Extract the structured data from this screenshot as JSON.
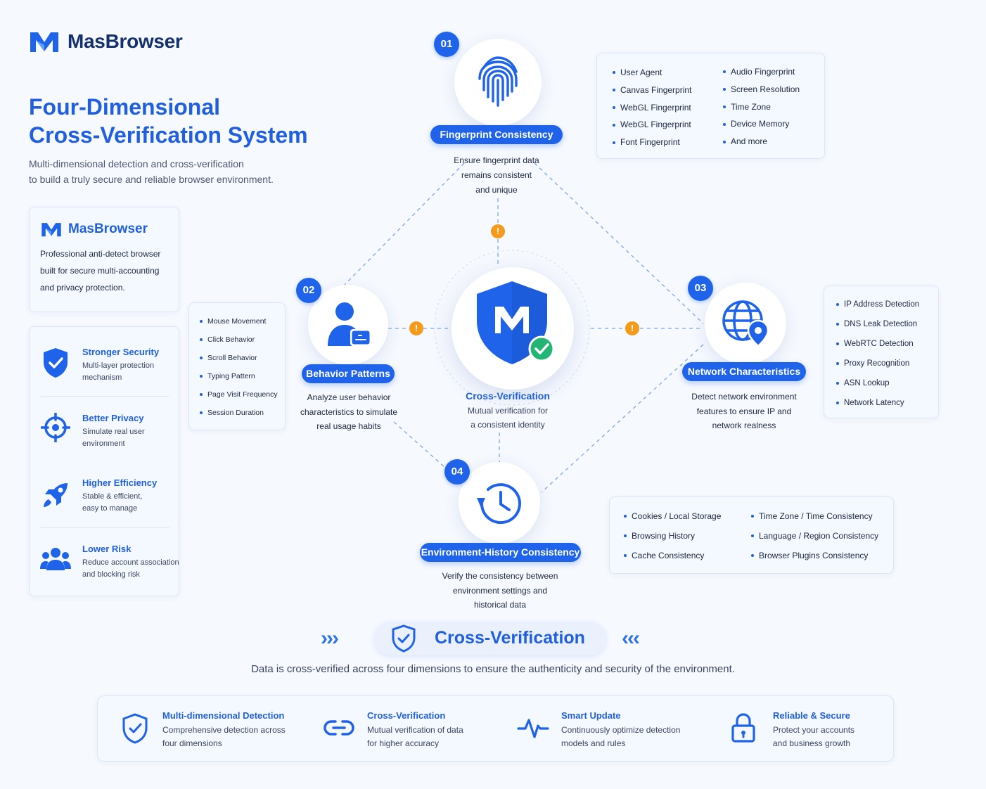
{
  "brand": {
    "name": "MasBrowser"
  },
  "headline": {
    "line1": "Four-Dimensional",
    "line2": "Cross-Verification System",
    "sub1": "Multi-dimensional detection and cross-verification",
    "sub2": "to build a truly secure and reliable browser environment."
  },
  "brand_card": {
    "name": "MasBrowser",
    "line1": "Professional anti-detect browser",
    "line2": "built for secure multi-accounting",
    "line3": "and privacy protection."
  },
  "features": [
    {
      "title": "Stronger Security",
      "l1": "Multi-layer protection",
      "l2": "mechanism",
      "icon": "shield-check-icon"
    },
    {
      "title": "Better Privacy",
      "l1": "Simulate real user",
      "l2": "environment",
      "icon": "crosshair-icon"
    },
    {
      "title": "Higher Efficiency",
      "l1": "Stable & efficient,",
      "l2": "easy to manage",
      "icon": "rocket-icon"
    },
    {
      "title": "Lower Risk",
      "l1": "Reduce account association",
      "l2": "and blocking risk",
      "icon": "users-icon"
    }
  ],
  "dim1": {
    "num": "01",
    "label": "Fingerprint Consistency",
    "icon": "fingerprint-icon",
    "d1": "Ensure fingerprint data",
    "d2": "remains consistent",
    "d3": "and unique",
    "items_left": [
      "User Agent",
      "Canvas Fingerprint",
      "WebGL Fingerprint",
      "WebGL Fingerprint",
      "Font Fingerprint"
    ],
    "items_right": [
      "Audio Fingerprint",
      "Screen Resolution",
      "Time Zone",
      "Device Memory",
      "And more"
    ]
  },
  "dim2": {
    "num": "02",
    "label": "Behavior Patterns",
    "icon": "user-behavior-icon",
    "d1": "Analyze user behavior",
    "d2": "characteristics to simulate",
    "d3": "real usage habits",
    "items": [
      "Mouse Movement",
      "Click Behavior",
      "Scroll Behavior",
      "Typing Pattern",
      "Page Visit Frequency",
      "Session Duration"
    ]
  },
  "dim3": {
    "num": "03",
    "label": "Network Characteristics",
    "icon": "globe-location-icon",
    "d1": "Detect network environment",
    "d2": "features to ensure IP and",
    "d3": "network realness",
    "items": [
      "IP Address Detection",
      "DNS Leak Detection",
      "WebRTC Detection",
      "Proxy Recognition",
      "ASN Lookup",
      "Network Latency"
    ]
  },
  "dim4": {
    "num": "04",
    "label": "Environment-History Consistency",
    "icon": "history-clock-icon",
    "d1": "Verify the consistency between",
    "d2": "environment settings and",
    "d3": "historical data",
    "items_left": [
      "Cookies / Local Storage",
      "Browsing History",
      "Cache Consistency"
    ],
    "items_right": [
      "Time Zone / Time Consistency",
      "Language / Region Consistency",
      "Browser Plugins Consistency"
    ]
  },
  "center": {
    "title": "Cross-Verification",
    "d1": "Mutual verification for",
    "d2": "a consistent identity"
  },
  "banner": {
    "title": "Cross-Verification",
    "arrows_left": "›››",
    "arrows_right": "‹‹‹",
    "caption": "Data is cross-verified across four dimensions to ensure the authenticity and security of the environment."
  },
  "bottom": [
    {
      "title": "Multi-dimensional Detection",
      "l1": "Comprehensive detection across",
      "l2": "four dimensions",
      "icon": "shield-check-icon"
    },
    {
      "title": "Cross-Verification",
      "l1": "Mutual verification of data",
      "l2": "for higher accuracy",
      "icon": "link-icon"
    },
    {
      "title": "Smart Update",
      "l1": "Continuously optimize detection",
      "l2": "models and rules",
      "icon": "pulse-icon"
    },
    {
      "title": "Reliable & Secure",
      "l1": "Protect your accounts",
      "l2": "and business growth",
      "icon": "lock-icon"
    }
  ],
  "colors": {
    "primary": "#1f63ea",
    "warning": "#f59a1a",
    "success": "#22b573",
    "background": "#f6f9fe"
  }
}
